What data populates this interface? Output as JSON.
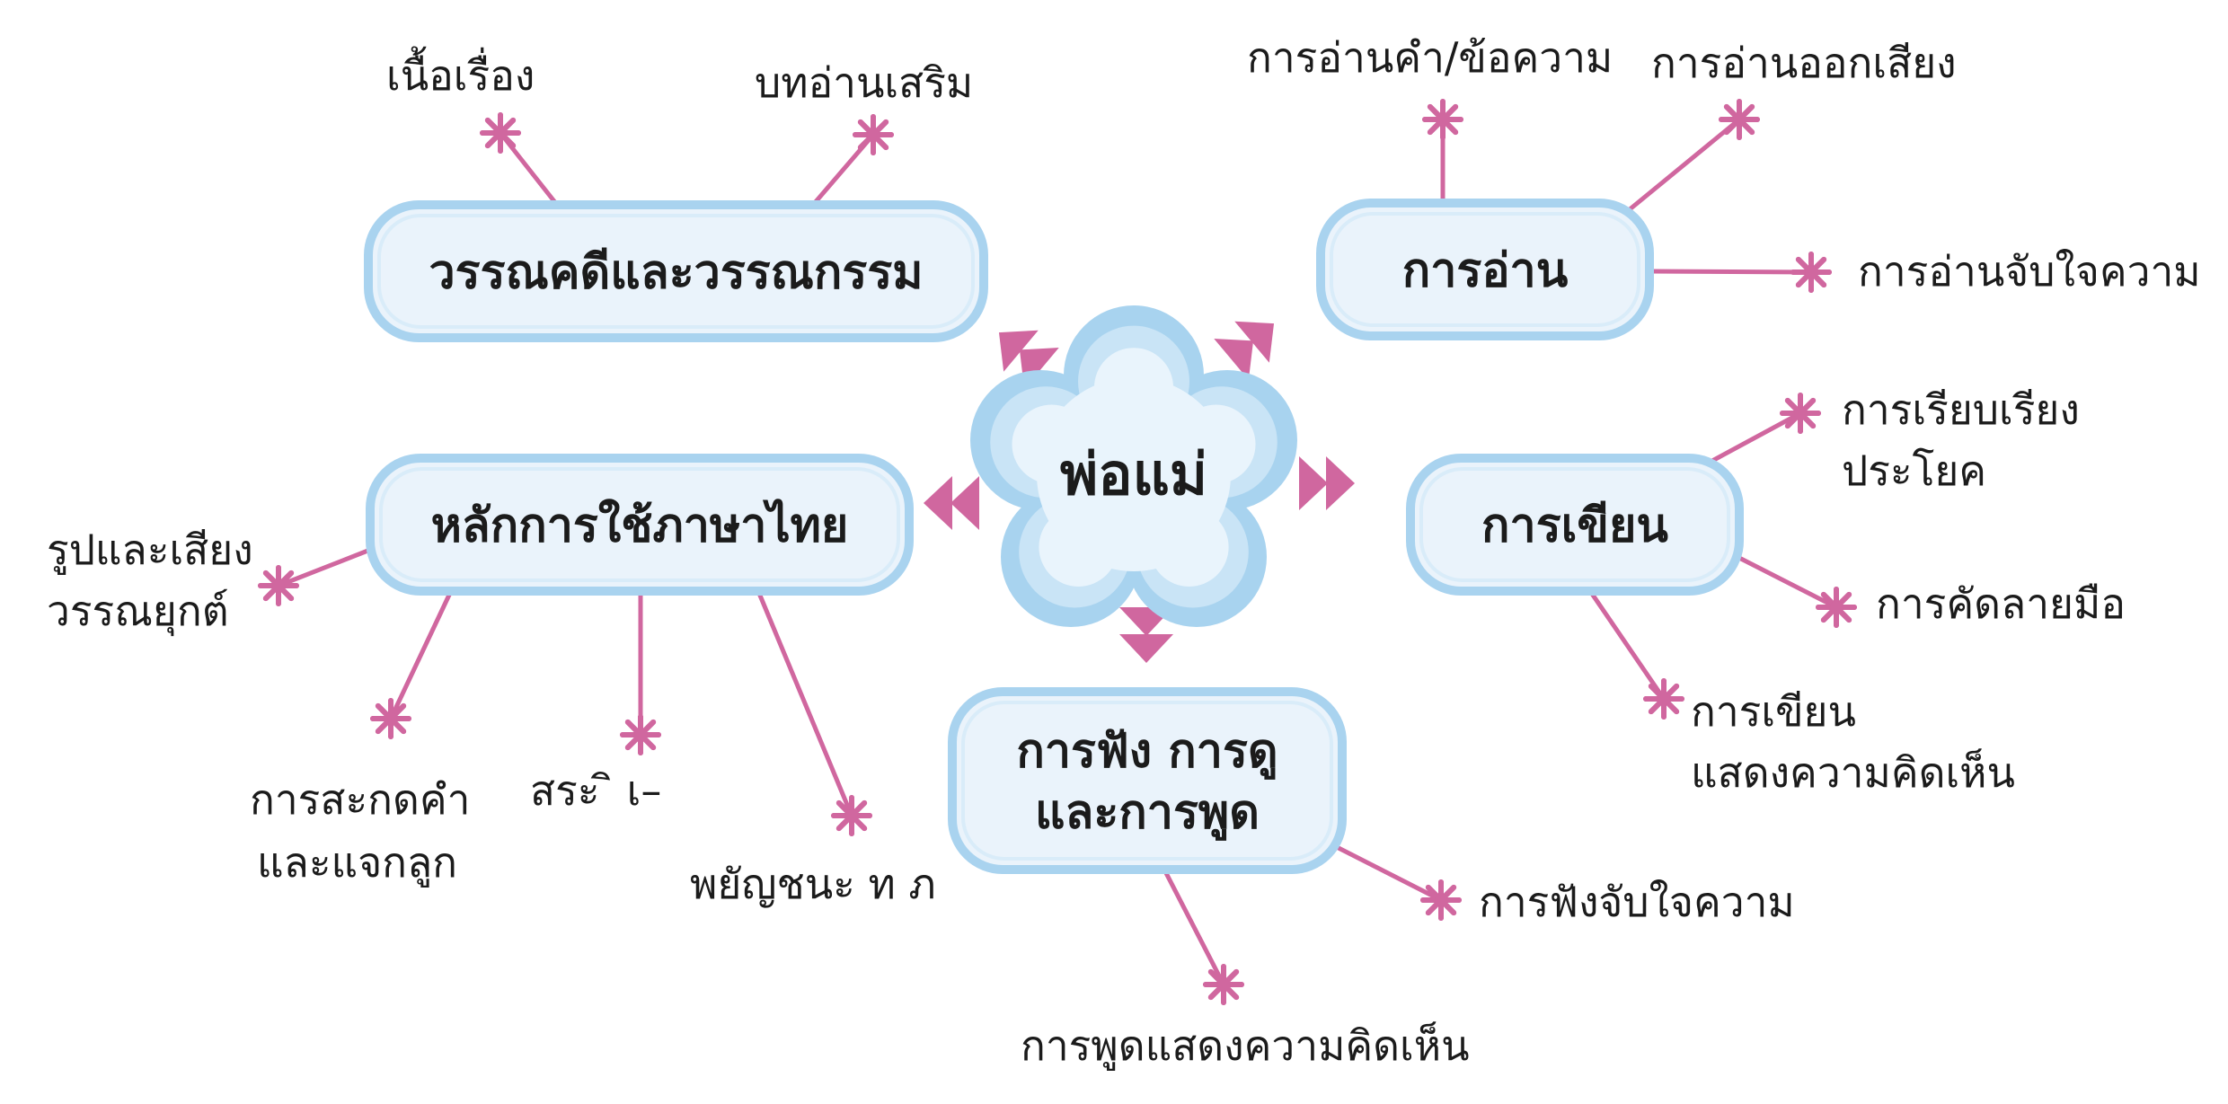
{
  "colors": {
    "box_fill": "#eaf3fb",
    "box_stroke": "#a9d3ef",
    "box_stroke_inner": "#d9ecf9",
    "connector": "#d0679f",
    "cloud_outer": "#a8d3ef",
    "cloud_mid": "#c9e4f6",
    "cloud_inner": "#e9f4fc",
    "text": "#1b1b1b"
  },
  "center": {
    "label": "พ่อแม่"
  },
  "topics": [
    {
      "id": "literature",
      "label": "วรรณคดีและวรรณกรรม",
      "leaves": [
        "เนื้อเรื่อง",
        "บทอ่านเสริม"
      ]
    },
    {
      "id": "reading",
      "label": "การอ่าน",
      "leaves": [
        "การอ่านคำ/ข้อความ",
        "การอ่านออกเสียง",
        "การอ่านจับใจความ"
      ]
    },
    {
      "id": "grammar",
      "label": "หลักการใช้ภาษาไทย",
      "leaves": [
        "รูปและเสียง\nวรรณยุกต์",
        "การสะกดคำ\nและแจกลูก",
        "สระ  ิ เ–",
        "พยัญชนะ ท ภ"
      ]
    },
    {
      "id": "writing",
      "label": "การเขียน",
      "leaves": [
        "การเรียบเรียง\nประโยค",
        "การคัดลายมือ",
        "การเขียน\nแสดงความคิดเห็น"
      ]
    },
    {
      "id": "listening",
      "label": "การฟัง การดู\nและการพูด",
      "leaves": [
        "การฟังจับใจความ",
        "การพูดแสดงความคิดเห็น"
      ]
    }
  ]
}
